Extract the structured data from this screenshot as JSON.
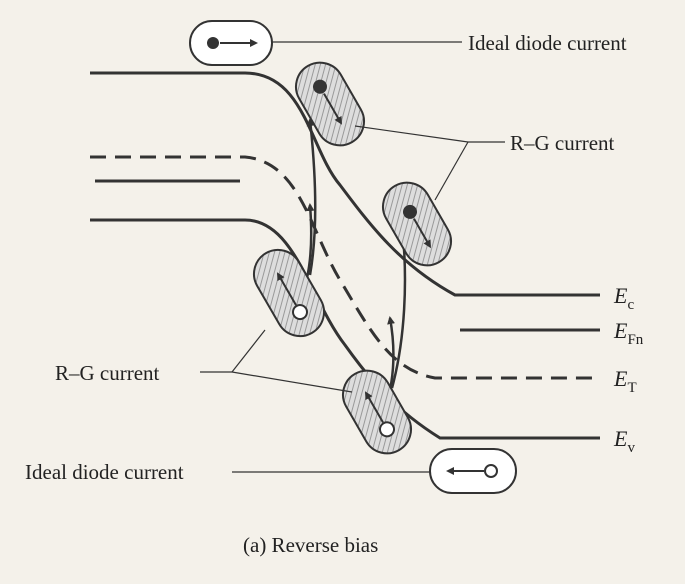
{
  "labels": {
    "ideal_top": "Ideal diode current",
    "rg_right": "R–G current",
    "rg_left": "R–G current",
    "ideal_bottom": "Ideal diode current",
    "caption": "(a) Reverse bias"
  },
  "bands": {
    "ec_main": "E",
    "ec_sub": "c",
    "efn_main": "E",
    "efn_sub": "Fn",
    "et_main": "E",
    "et_sub": "T",
    "ev_main": "E",
    "ev_sub": "v"
  },
  "colors": {
    "ink": "#333333",
    "hatch": "#999999",
    "background": "#f4f1ea"
  }
}
